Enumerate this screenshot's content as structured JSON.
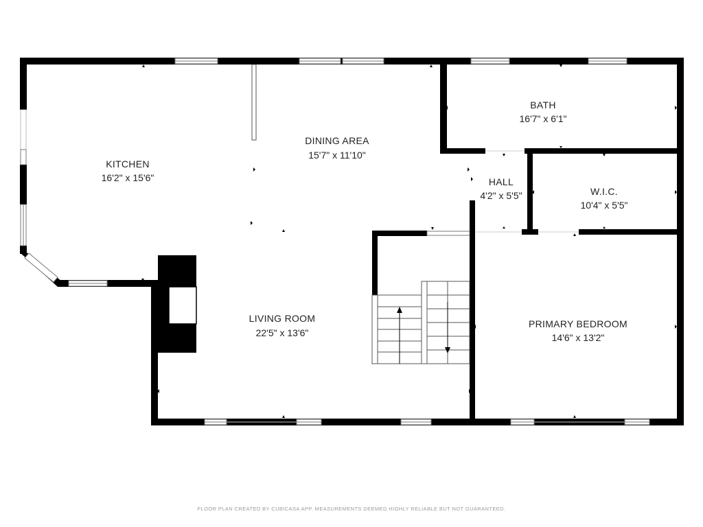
{
  "rooms": {
    "kitchen": {
      "name": "KITCHEN",
      "dims": "16'2\" x 15'6\""
    },
    "dining": {
      "name": "DINING AREA",
      "dims": "15'7\" x 11'10\""
    },
    "bath": {
      "name": "BATH",
      "dims": "16'7\" x 6'1\""
    },
    "hall": {
      "name": "HALL",
      "dims": "4'2\" x 5'5\""
    },
    "wic": {
      "name": "W.I.C.",
      "dims": "10'4\" x 5'5\""
    },
    "living": {
      "name": "LIVING ROOM",
      "dims": "22'5\" x 13'6\""
    },
    "bedroom": {
      "name": "PRIMARY BEDROOM",
      "dims": "14'6\" x 13'2\""
    }
  },
  "footer": {
    "text": "FLOOR PLAN CREATED BY CUBICASA APP. MEASUREMENTS DEEMED HIGHLY RELIABLE BUT NOT GUARANTEED."
  },
  "colors": {
    "wall": "#000000",
    "window_frame": "#777777",
    "text": "#222222"
  }
}
